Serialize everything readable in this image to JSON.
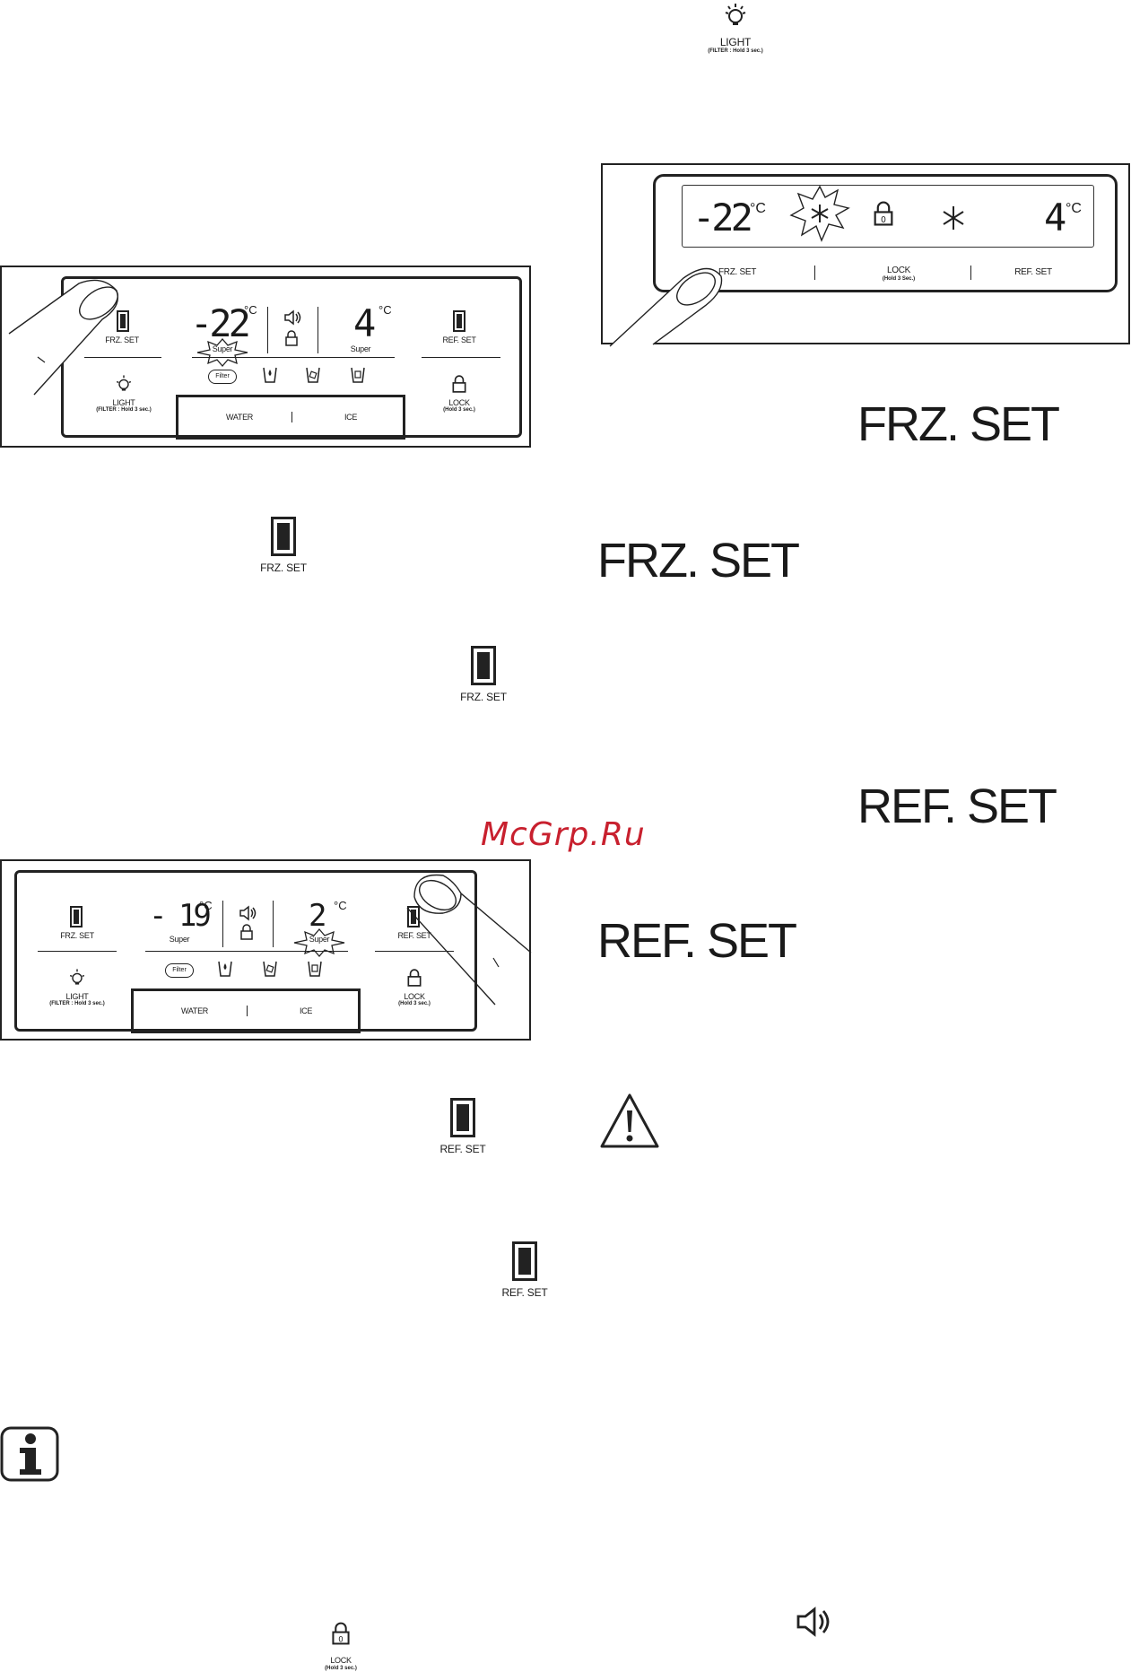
{
  "page": {
    "top_light": {
      "label": "LIGHT",
      "sub": "(FILTER : Hold 3 sec.)"
    },
    "watermark": "McGrp.Ru",
    "headings": {
      "frz_right_1": "FRZ. SET",
      "frz_right_2": "FRZ. SET",
      "ref_right_1": "REF. SET",
      "ref_right_2": "REF. SET"
    },
    "buttons": {
      "frz_1": "FRZ. SET",
      "frz_2": "FRZ. SET",
      "ref_1": "REF. SET",
      "ref_2": "REF. SET",
      "lock_bottom": {
        "label": "LOCK",
        "sub": "(Hold 3 sec.)"
      }
    },
    "icons": [
      "light-icon",
      "warning-icon",
      "info-icon",
      "speaker-icon",
      "lock-icon",
      "button-rect-icon",
      "finger-icon",
      "snowflake-icon"
    ]
  },
  "panel_a": {
    "frz_temp": "-22",
    "ref_temp": "4",
    "unit": "°C",
    "super_left": "Super",
    "super_right": "Super",
    "frz_label": "FRZ. SET",
    "ref_label": "REF. SET",
    "light_label": "LIGHT",
    "light_sub": "(FILTER : Hold 3 sec.)",
    "lock_label": "LOCK",
    "lock_sub": "(Hold 3 sec.)",
    "water_label": "WATER",
    "ice_label": "ICE",
    "filter_badge": "Filter"
  },
  "panel_b": {
    "frz_temp": "-22",
    "ref_temp": "4",
    "unit": "°C",
    "frz_label": "FRZ. SET",
    "lock_label": "LOCK",
    "lock_sub": "(Hold 3 Sec.)",
    "ref_label": "REF. SET"
  },
  "panel_c": {
    "frz_temp": "- 19",
    "ref_temp": "2",
    "unit": "°C",
    "super_left": "Super",
    "super_right": "Super",
    "frz_label": "FRZ. SET",
    "ref_label": "REF. SET",
    "light_label": "LIGHT",
    "light_sub": "(FILTER : Hold 3 sec.)",
    "lock_label": "LOCK",
    "lock_sub": "(Hold 3 sec.)",
    "water_label": "WATER",
    "ice_label": "ICE",
    "filter_badge": "Filter"
  }
}
